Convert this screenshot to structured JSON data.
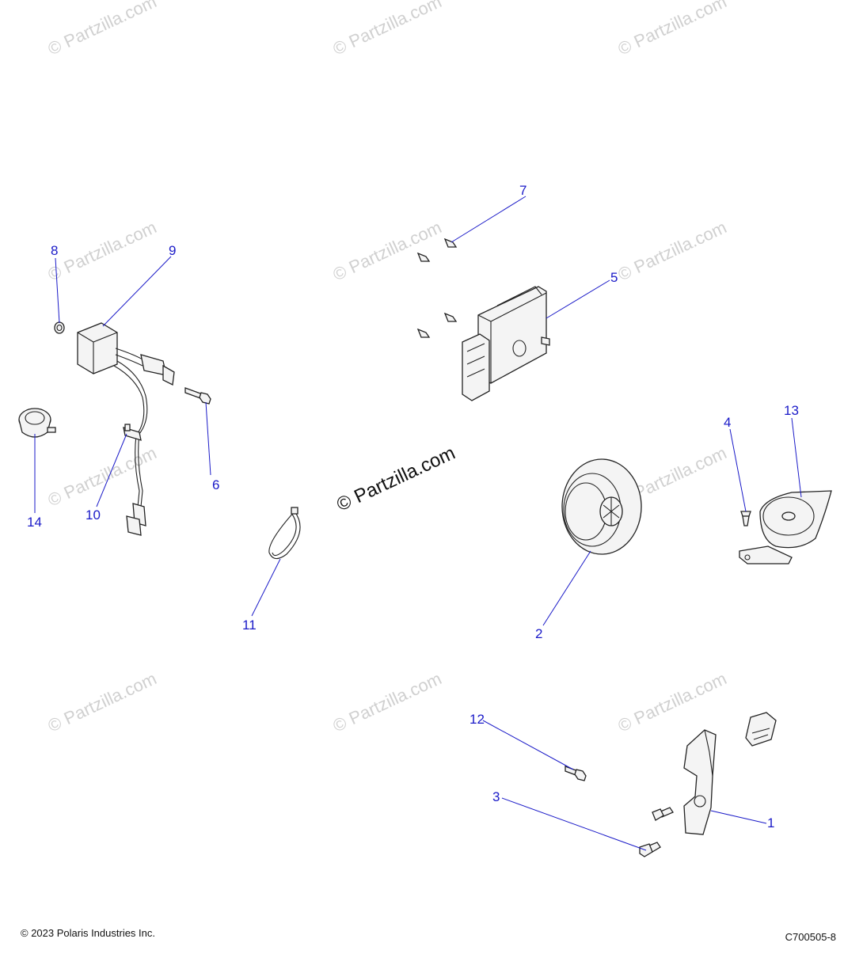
{
  "watermark": {
    "text": "© Partzilla.com"
  },
  "callouts": [
    {
      "id": "1",
      "label": "1"
    },
    {
      "id": "2",
      "label": "2"
    },
    {
      "id": "3",
      "label": "3"
    },
    {
      "id": "4",
      "label": "4"
    },
    {
      "id": "5",
      "label": "5"
    },
    {
      "id": "6",
      "label": "6"
    },
    {
      "id": "7",
      "label": "7"
    },
    {
      "id": "8",
      "label": "8"
    },
    {
      "id": "9",
      "label": "9"
    },
    {
      "id": "10",
      "label": "10"
    },
    {
      "id": "11",
      "label": "11"
    },
    {
      "id": "12",
      "label": "12"
    },
    {
      "id": "13",
      "label": "13"
    },
    {
      "id": "14",
      "label": "14"
    }
  ],
  "footer": {
    "copyright": "© 2023 Polaris Industries Inc.",
    "drawing_id": "C700505-8"
  },
  "colors": {
    "callout": "#1a1ac8",
    "watermark": "#d0d0d0",
    "outline": "#222222"
  }
}
